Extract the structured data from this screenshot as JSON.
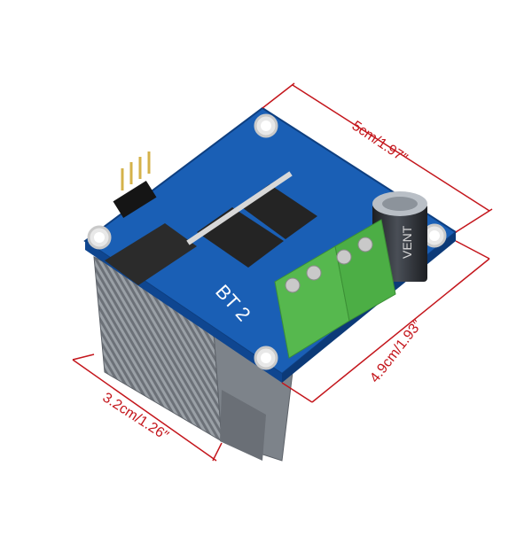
{
  "dimensions": {
    "top": "5cm/1.97″",
    "right": "4.9cm/1.93″",
    "left": "3.2cm/1.26″"
  },
  "board": {
    "silkscreen": "BT 2",
    "capacitor_label": "VENT"
  },
  "colors": {
    "dimension_line": "#c4161c",
    "pcb": "#1f63b8",
    "heatsink": "#8a8f96",
    "terminal": "#4fb84a",
    "chip": "#2b2b2b",
    "capacitor": "#2a2d33"
  }
}
